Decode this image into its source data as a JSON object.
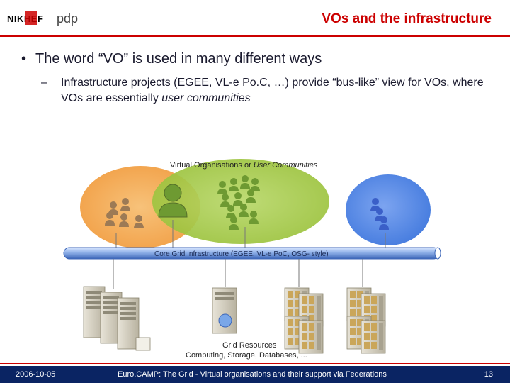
{
  "header": {
    "logo_text_left": "NIKHEF",
    "logo_text_right": "pdp",
    "title": "VOs and the infrastructure"
  },
  "content": {
    "bullet": "The word “VO” is used in many different ways",
    "sub_dash": "–",
    "sub_text_main": "Infrastructure projects (EGEE, VL-e Po.C, …) provide “bus-like” view for VOs,  where VOs are essentially ",
    "sub_text_italic": "user communities"
  },
  "diagram": {
    "communities_label_normal": "Virtual Organisations or ",
    "communities_label_italic": "User Communities",
    "bus_label": "Core Grid Infrastructure (EGEE, VL-e PoC, OSG- style)",
    "resources_title": "Grid Resources",
    "resources_subtitle": "Computing, Storage, Databases, ..."
  },
  "footer": {
    "date": "2006-10-05",
    "center": "Euro.CAMP: The Grid - Virtual organisations and their support via Federations",
    "page": "13"
  },
  "colors": {
    "title_red": "#cc0000",
    "footer_blue": "#0a2463",
    "vo_orange": "#f2a24a",
    "vo_green": "#9bc23c",
    "vo_blue": "#4a7fe0",
    "person_brown": "#9c7a55",
    "person_green": "#6e9a32",
    "person_blue": "#3a5fc8",
    "bus_blue": "#3c66b8"
  }
}
